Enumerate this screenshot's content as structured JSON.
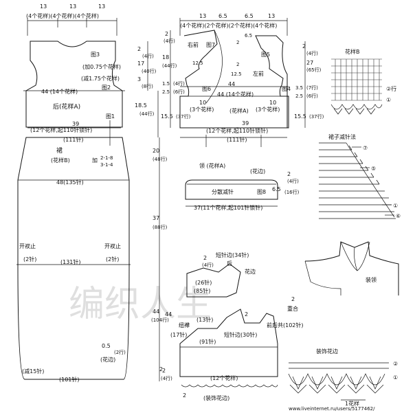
{
  "back_panel": {
    "top_widths": [
      "13",
      "13",
      "13"
    ],
    "top_patterns": "(4个花样)(4个花样)(4个花样)",
    "fig3": "图3",
    "inc1": "(加0.75个花样)",
    "dec1": "(减1.75个花样)",
    "fig2": "图2",
    "chest": "44 (14个花样)",
    "name": "后(花样A)",
    "fig1": "图1",
    "waist_cm": "39",
    "waist_note": "(12个花样,起110针锁针)",
    "waist_st": "(111针)",
    "skirt": "裙",
    "skirt_pat": "(花样B)",
    "inc_rule_a": "加",
    "inc_rule_b": "2-1-8",
    "inc_rule_c": "3-1-4",
    "hip": "48(135针)",
    "slit_l": "开衩止",
    "slit_l_st": "(2针)",
    "slit_r": "开衩止",
    "slit_r_st": "(2针)",
    "hem_mid": "(131针)",
    "dec15": "(减15针)",
    "bottom": "(101针)",
    "border": "(花边)",
    "half": "0.5",
    "half_rows": "(2行)"
  },
  "left_dims": [
    "2",
    "(4行)",
    "17",
    "(40行)",
    "3",
    "(8行)",
    "18.5",
    "(44行)",
    "20",
    "(48行)",
    "37",
    "(88行)",
    "44",
    "(104行)",
    "2",
    "(4行)"
  ],
  "front_panel": {
    "top_widths": [
      "13",
      "6.5",
      "6.5",
      "13"
    ],
    "top_patterns": "(4个花样)(2个花样)(2个花样)(4个花样)",
    "right_front": "右前",
    "fig7": "图7",
    "fig5": "图5",
    "left_front": "左前",
    "dim_12_5a": "12.5",
    "dim_12_5b": "12.5",
    "dim_6_5": "6.5",
    "dim_2a": "2",
    "dim_2b": "2",
    "fig6": "图6",
    "fig4": "图4",
    "chest_cm": "44",
    "chest": "44 (14个花样)",
    "side_l": "10",
    "side_l_pat": "(3个花样)",
    "side_r": "10",
    "side_r_pat": "(3个花样)",
    "name": "(花样A)",
    "waist_cm": "39",
    "waist_note": "(12个花样,起110针锁针)",
    "waist_st": "(111针)"
  },
  "front_left_dims": [
    "2",
    "(4行)",
    "18",
    "(44行)",
    "1.5",
    "(4行)",
    "2.5",
    "(6行)",
    "15.5",
    "(37行)"
  ],
  "front_right_dims": [
    "2",
    "(4行)",
    "27",
    "(65行)",
    "3.5",
    "(7行)",
    "2.5",
    "(6行)",
    "15.5",
    "(37行)"
  ],
  "collar": {
    "title": "领 (花样A)",
    "border": "(花边)",
    "name": "分散减针",
    "fig8": "图8",
    "height": "6.5",
    "rows": "(16行)",
    "rows_top": "2",
    "rows_top_r": "(4行)",
    "width": "37(11个花样,起101针锁针)"
  },
  "pattern_b": {
    "title": "花样B",
    "row2": "②行",
    "row1": "①"
  },
  "dec_method": {
    "title": "裙子减针法",
    "markers": [
      "⑦",
      "⑤",
      "①",
      "⑥"
    ]
  },
  "sleeve": {
    "short_border": "短针边(34针)",
    "back": "后",
    "border_r": "花边",
    "h2": "2",
    "h2_rows": "(4行)",
    "st26": "(26针)",
    "st85": "(85针)",
    "st13": "(13针)",
    "knot": "纽襻",
    "st17": "(17针)",
    "st91": "(91针)",
    "short_border2": "短针边(30针)",
    "front_back": "前后共(102针)",
    "pat12": "(12个花样)",
    "deco": "(装饰花边)",
    "v44": "44",
    "v2": "2",
    "v2b": "2",
    "v2c": "2"
  },
  "mandarin": {
    "label": "装领",
    "overlap": "重合",
    "val": "2"
  },
  "deco_border": {
    "title": "装饰花边",
    "row2": "②",
    "row1": "①",
    "repeat": "1花样"
  },
  "watermark": "编织人生",
  "url": "www.liveinternet.ru/users/5177462/"
}
